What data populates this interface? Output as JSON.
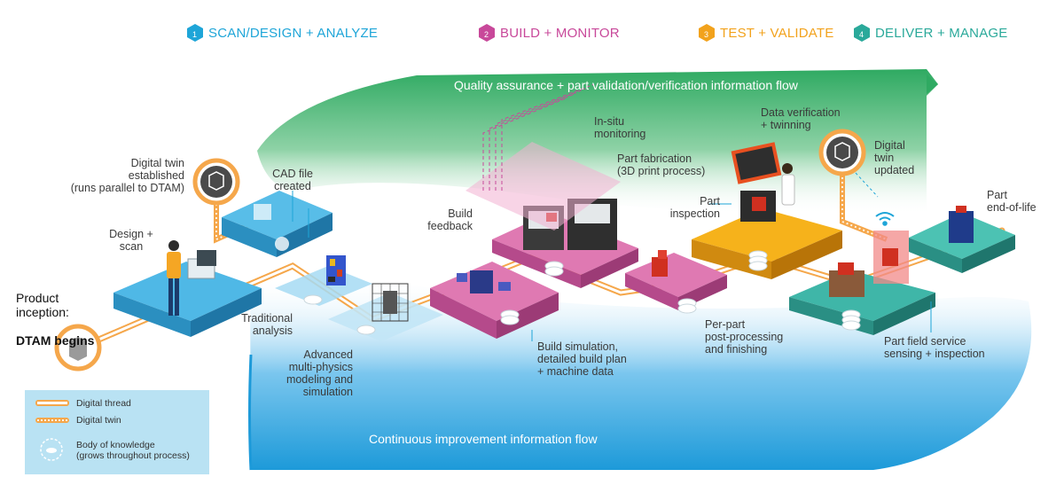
{
  "phases": [
    {
      "num": "1",
      "label": "SCAN/DESIGN + ANALYZE",
      "color": "#1ea5d8"
    },
    {
      "num": "2",
      "label": "BUILD + MONITOR",
      "color": "#c8489a"
    },
    {
      "num": "3",
      "label": "TEST + VALIDATE",
      "color": "#f2a21c"
    },
    {
      "num": "4",
      "label": "DELIVER + MANAGE",
      "color": "#2aa99a"
    }
  ],
  "flows": {
    "top": "Quality assurance + part validation/verification information flow",
    "bottom": "Continuous improvement information flow"
  },
  "labels": {
    "product_inception_1": "Product\ninception:",
    "product_inception_2": "DTAM begins",
    "design_scan": "Design +\nscan",
    "digital_twin_established": "Digital twin\nestablished\n(runs parallel to DTAM)",
    "cad_file": "CAD file\ncreated",
    "traditional_analysis": "Traditional\nanalysis",
    "advanced_modeling": "Advanced\nmulti-physics\nmodeling and\nsimulation",
    "build_feedback": "Build\nfeedback",
    "in_situ": "In-situ\nmonitoring",
    "part_fabrication": "Part fabrication\n(3D print process)",
    "build_simulation": "Build simulation,\ndetailed build plan\n+ machine data",
    "data_verification": "Data verification\n+ twinning",
    "part_inspection": "Part\ninspection",
    "per_part": "Per-part\npost-processing\nand finishing",
    "digital_twin_updated": "Digital\ntwin\nupdated",
    "part_end_of_life": "Part\nend-of-life",
    "part_field_service": "Part field service\nsensing + inspection"
  },
  "legend": {
    "digital_thread": "Digital thread",
    "digital_twin": "Digital twin",
    "body_of_knowledge": "Body of knowledge\n(grows throughout process)"
  },
  "colors": {
    "blue_platform": "#4fb8e6",
    "pink_platform": "#d96aa8",
    "yellow_platform": "#f6b21b",
    "teal_platform": "#3fb6a8",
    "green_arc": "#3fb071",
    "blue_arc": "#3aa8e0",
    "thread": "#f5a74b"
  }
}
